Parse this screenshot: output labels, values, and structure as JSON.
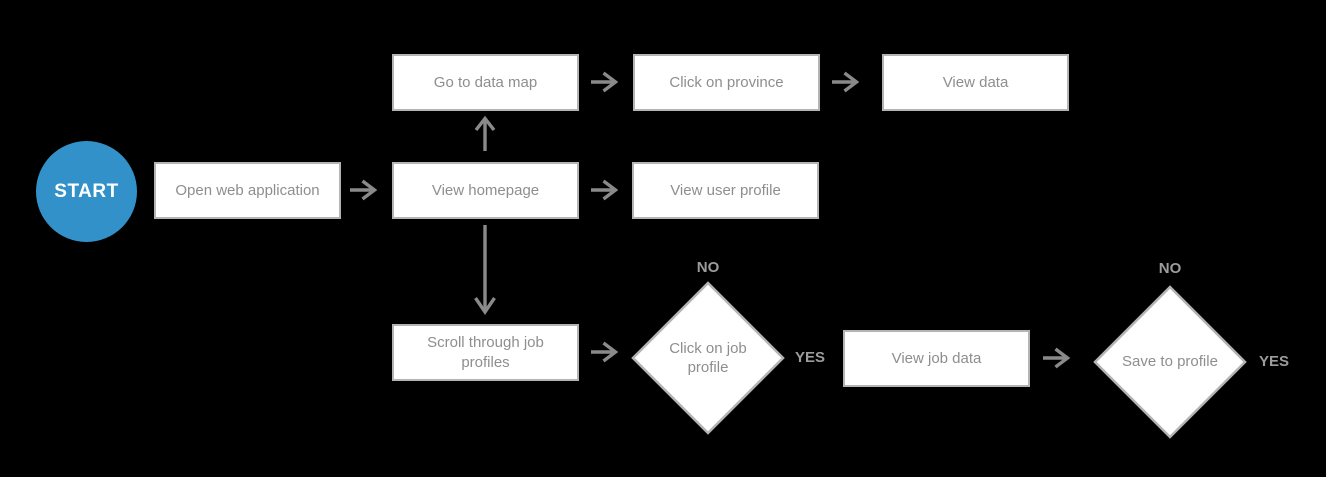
{
  "diagram": {
    "type": "flowchart",
    "background": "#000000",
    "colors": {
      "start_fill": "#3191c8",
      "start_text": "#ffffff",
      "node_fill": "#ffffff",
      "node_border": "#b4b4b4",
      "node_text": "#8e8e8e",
      "arrow": "#8a8a8a",
      "branch_label_text": "#9c9c9c"
    },
    "start": {
      "label": "START"
    },
    "nodes": {
      "go_to_data_map": {
        "label": "Go to data map"
      },
      "click_on_province": {
        "label": "Click on province"
      },
      "view_data": {
        "label": "View data"
      },
      "open_web_application": {
        "label": "Open web application"
      },
      "view_homepage": {
        "label": "View homepage"
      },
      "view_user_profile": {
        "label": "View user profile"
      },
      "scroll_through_job_profiles": {
        "label": "Scroll through job profiles"
      },
      "view_job_data": {
        "label": "View job data"
      }
    },
    "decisions": {
      "click_on_job_profile": {
        "label": "Click on job profile",
        "no_label": "NO",
        "yes_label": "YES"
      },
      "save_to_profile": {
        "label": "Save to profile",
        "no_label": "NO",
        "yes_label": "YES"
      }
    },
    "edges": [
      {
        "from": "start",
        "to": "open_web_application"
      },
      {
        "from": "open_web_application",
        "to": "view_homepage"
      },
      {
        "from": "view_homepage",
        "to": "go_to_data_map"
      },
      {
        "from": "view_homepage",
        "to": "view_user_profile"
      },
      {
        "from": "view_homepage",
        "to": "scroll_through_job_profiles"
      },
      {
        "from": "go_to_data_map",
        "to": "click_on_province"
      },
      {
        "from": "click_on_province",
        "to": "view_data"
      },
      {
        "from": "scroll_through_job_profiles",
        "to": "click_on_job_profile"
      },
      {
        "from": "click_on_job_profile",
        "to": "view_job_data",
        "label": "YES"
      },
      {
        "from": "view_job_data",
        "to": "save_to_profile"
      }
    ],
    "icons": {
      "arrow_right": "→",
      "arrow_up": "↑",
      "arrow_down": "↓"
    }
  }
}
